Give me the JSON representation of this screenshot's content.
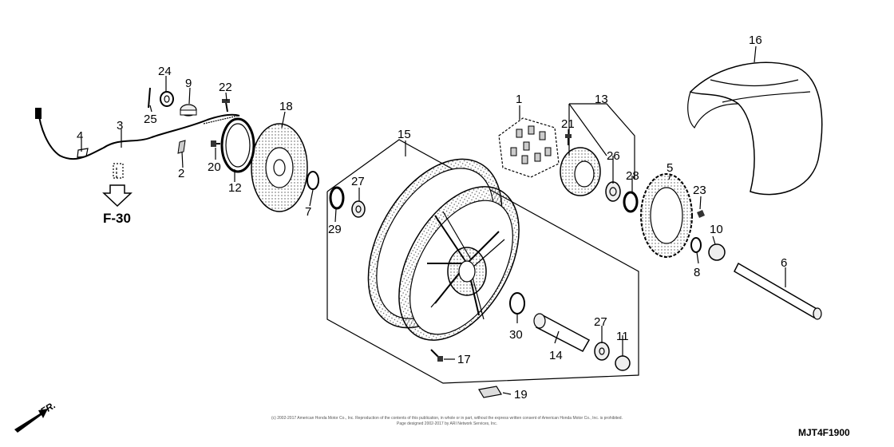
{
  "diagram": {
    "part_labels": {
      "p1": "1",
      "p2": "2",
      "p3": "3",
      "p4": "4",
      "p5": "5",
      "p6": "6",
      "p7": "7",
      "p8": "8",
      "p9": "9",
      "p10": "10",
      "p11": "11",
      "p12": "12",
      "p13": "13",
      "p14": "14",
      "p15": "15",
      "p16": "16",
      "p17": "17",
      "p18": "18",
      "p19": "19",
      "p20": "20",
      "p21": "21",
      "p22": "22",
      "p23": "23",
      "p24": "24",
      "p25": "25",
      "p26": "26",
      "p27a": "27",
      "p27b": "27",
      "p28": "28",
      "p29": "29",
      "p30": "30"
    },
    "reference_label": "F-30",
    "direction_label": "FR.",
    "diagram_code": "MJT4F1900",
    "copyright": "(c) 2002-2017 American Honda Motor Co., Inc. Reproduction of the contents of this publication, in whole or in part, without the express written consent of American Honda Motor Co., Inc. is prohibited.",
    "copyright_line2": "Page designed 2002-2017 by ARI Network Services, Inc."
  }
}
